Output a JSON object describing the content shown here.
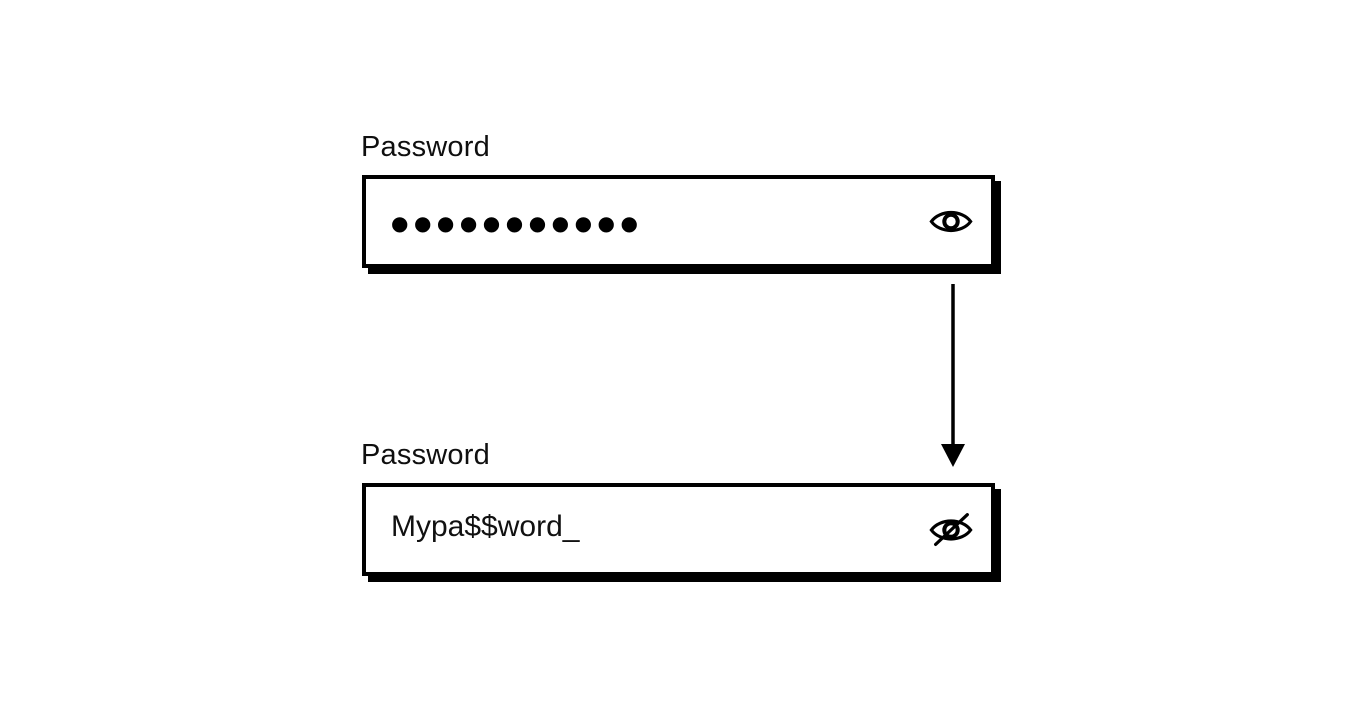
{
  "page": {
    "background_color": "#ffffff",
    "stroke_color": "#000000"
  },
  "diagram": {
    "before": {
      "label": "Password",
      "masked_value": "●●●●●●●●●●●",
      "dot_count": 11,
      "toggle_icon": "eye-icon"
    },
    "after": {
      "label": "Password",
      "value": "Mypa$$word_",
      "toggle_icon": "eye-off-icon"
    },
    "connector": {
      "icon": "arrow-down-icon",
      "direction": "down"
    }
  }
}
